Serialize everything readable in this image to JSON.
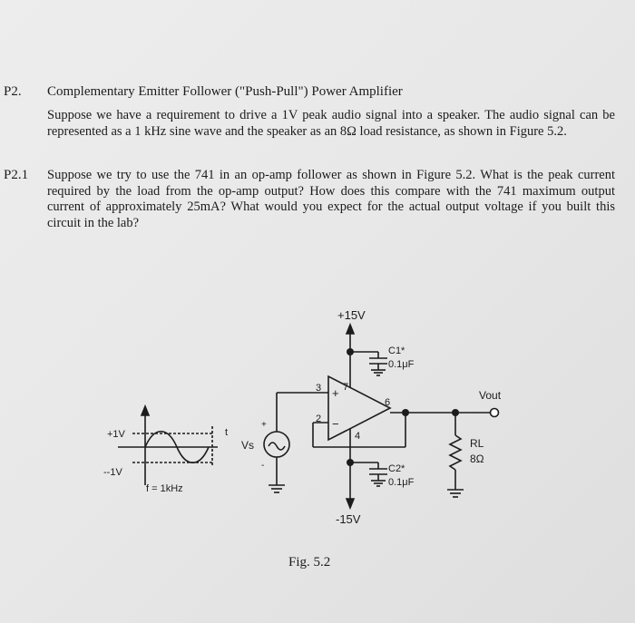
{
  "problem": {
    "number": "P2.",
    "title": "Complementary Emitter Follower (\"Push-Pull\") Power Amplifier",
    "intro": "Suppose we have a requirement to drive a 1V peak audio signal into a speaker. The audio signal can be represented as a 1 kHz sine wave and the speaker as an 8Ω load resistance, as shown in Figure 5.2."
  },
  "subproblem": {
    "number": "P2.1",
    "text": "Suppose we try to use the 741 in an op-amp follower as shown in Figure 5.2. What is the peak current required by the load from the op-amp output? How does this compare with the 741 maximum output current of approximately 25mA? What would you expect for the actual output voltage if you built this circuit in the lab?"
  },
  "figure": {
    "caption": "Fig. 5.2",
    "supply_pos": "+15V",
    "supply_neg": "-15V",
    "c1_name": "C1*",
    "c1_value": "0.1μF",
    "c2_name": "C2*",
    "c2_value": "0.1μF",
    "pin3": "3",
    "pin7": "7",
    "pin6": "6",
    "pin2": "2",
    "pin4": "4",
    "plus_sign": "+",
    "minus_sign": "−",
    "source_label": "Vs",
    "src_plus": "+",
    "src_minus": "-",
    "out_label": "Vout",
    "rl_name": "RL",
    "rl_value": "8Ω",
    "wave_pos": "+1V",
    "wave_neg": "--1V",
    "wave_t": "t",
    "wave_freq": "f = 1kHz"
  }
}
